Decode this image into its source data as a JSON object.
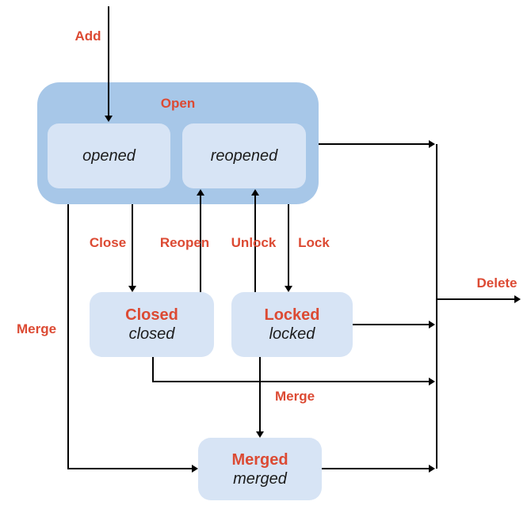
{
  "colors": {
    "group_box_fill": "#a7c7e8",
    "state_box_fill": "#d7e4f5",
    "label_red": "#dc4a33",
    "line_black": "#000000",
    "substate_text": "#1c1c1c",
    "background": "#ffffff"
  },
  "diagram": {
    "type": "state-diagram",
    "states": {
      "open": {
        "label": "Open",
        "substates": {
          "opened": "opened",
          "reopened": "reopened"
        }
      },
      "closed": {
        "label": "Closed",
        "substate": "closed"
      },
      "locked": {
        "label": "Locked",
        "substate": "locked"
      },
      "merged": {
        "label": "Merged",
        "substate": "merged"
      }
    },
    "transitions": {
      "add": "Add",
      "close": "Close",
      "reopen": "Reopen",
      "unlock": "Unlock",
      "lock": "Lock",
      "merge_from_open": "Merge",
      "merge_to_merged": "Merge",
      "delete": "Delete"
    }
  }
}
